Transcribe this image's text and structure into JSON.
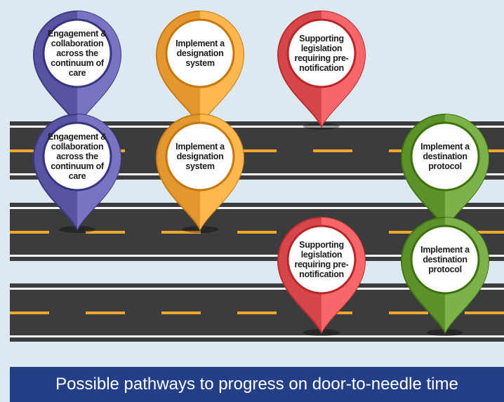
{
  "colors": {
    "background": "#dde9f0",
    "road": "#3b3c3d",
    "lane_marking": "#f3a72c",
    "banner": "#223f88",
    "purple": "#6a66b3",
    "orange": "#f5a940",
    "red": "#e8595c",
    "green": "#6fa33e"
  },
  "pins": [
    {
      "color": "purple",
      "label": "Engagement & collaboration across the continuum of care"
    },
    {
      "color": "orange",
      "label": "Implement a designation system"
    },
    {
      "color": "red",
      "label": "Supporting legislation requiring pre-notification"
    },
    {
      "color": "purple",
      "label": "Engagement & collaboration across the continuum of care"
    },
    {
      "color": "orange",
      "label": "Implement a designation system"
    },
    {
      "color": "green",
      "label": "Implement a destination protocol"
    },
    {
      "color": "red",
      "label": "Supporting legislation requiring pre-notification"
    },
    {
      "color": "green",
      "label": "Implement a destination protocol"
    }
  ],
  "caption": "Possible pathways to progress on door-to-needle time"
}
